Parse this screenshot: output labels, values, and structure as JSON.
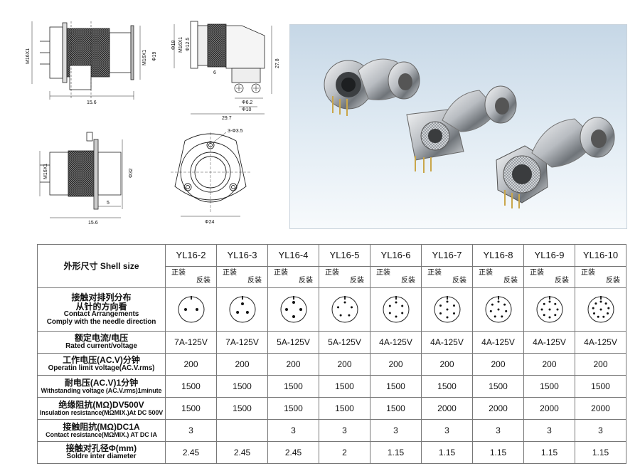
{
  "drawings": {
    "side_view": {
      "thread": "M16X1",
      "length": "15.6"
    },
    "right_angle_view": {
      "d18": "Φ18",
      "thread": "M16X1",
      "d12_5": "Φ12.5",
      "d19": "Φ19",
      "six": "6",
      "height": "27.8",
      "d6_2": "Φ6.2",
      "d10": "Φ10",
      "length": "29.7"
    },
    "flange_side_view": {
      "thread": "M16X1",
      "d32": "Φ32",
      "five": "5",
      "length": "15.6"
    },
    "flange_front_view": {
      "holes": "3-Φ3.5",
      "d24": "Φ24"
    }
  },
  "table": {
    "shell_size_label": "外形尺寸 Shell size",
    "models": [
      "YL16-2",
      "YL16-3",
      "YL16-4",
      "YL16-5",
      "YL16-6",
      "YL16-7",
      "YL16-8",
      "YL16-9",
      "YL16-10"
    ],
    "mount_front": "正装",
    "mount_reverse": "反装",
    "rows": {
      "contact": {
        "zh1": "接触对排列分布",
        "zh2": "从针的方向看",
        "en1": "Contact Arrangements",
        "en2": "Comply with the needle direction",
        "pin_counts": [
          2,
          3,
          4,
          5,
          6,
          7,
          8,
          9,
          10
        ]
      },
      "rated": {
        "zh": "额定电流/电压",
        "en": "Rated current/voltage",
        "values": [
          "7A-125V",
          "7A-125V",
          "5A-125V",
          "5A-125V",
          "4A-125V",
          "4A-125V",
          "4A-125V",
          "4A-125V",
          "4A-125V"
        ]
      },
      "operating": {
        "zh": "工作电压(AC.V)分钟",
        "en": "Operatin limit voltage(AC.V.rms)",
        "values": [
          "200",
          "200",
          "200",
          "200",
          "200",
          "200",
          "200",
          "200",
          "200"
        ]
      },
      "withstanding": {
        "zh": "耐电压(AC.V)1分钟",
        "en": "Withstanding voltage (AC.V.rms)1minute",
        "values": [
          "1500",
          "1500",
          "1500",
          "1500",
          "1500",
          "1500",
          "1500",
          "1500",
          "1500"
        ]
      },
      "insulation": {
        "zh": "绝缘阻抗(MΩ)DV500V",
        "en": "Insulation resistance(MΩMIX.)At DC 500V",
        "values": [
          "1500",
          "1500",
          "1500",
          "1500",
          "1500",
          "2000",
          "2000",
          "2000",
          "2000"
        ]
      },
      "contact_res": {
        "zh": "接触阻抗(MΩ)DC1A",
        "en": "Contact resistance(MΩMIX.) AT DC IA",
        "values": [
          "3",
          "",
          "3",
          "3",
          "3",
          "3",
          "3",
          "3",
          "3"
        ]
      },
      "solder": {
        "zh": "接触对孔径Φ(mm)",
        "en": "Soldre inter diameter",
        "values": [
          "2.45",
          "2.45",
          "2.45",
          "2",
          "1.15",
          "1.15",
          "1.15",
          "1.15",
          "1.15"
        ]
      }
    }
  },
  "colors": {
    "metal_dark": "#444444",
    "photo_bg": "#d9e5ef",
    "chrome": "#c9ccd0"
  }
}
